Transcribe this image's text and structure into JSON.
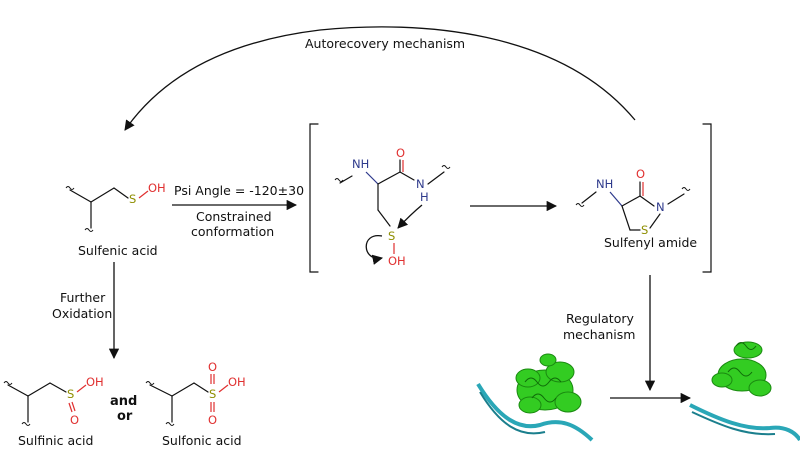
{
  "labels": {
    "autorecovery": "Autorecovery mechanism",
    "sulfenic_acid": "Sulfenic acid",
    "psi_angle": "Psi Angle = -120±30",
    "constrained_1": "Constrained",
    "constrained_2": "conformation",
    "sulfenyl_amide": "Sulfenyl amide",
    "further_1": "Further",
    "further_2": "Oxidation",
    "and": "and",
    "or": "or",
    "sulfinic_acid": "Sulfinic acid",
    "sulfonic_acid": "Sulfonic acid",
    "regulatory_1": "Regulatory",
    "regulatory_2": "mechanism"
  },
  "atoms": {
    "S": "S",
    "O": "O",
    "OH": "OH",
    "N": "N",
    "H": "H",
    "NH": "NH"
  },
  "colors": {
    "sulfur": "#8e8e00",
    "oxygen": "#e03030",
    "nitrogen": "#2e3a8c",
    "protein": "#33cc22",
    "dna": "#2aa7b7"
  }
}
